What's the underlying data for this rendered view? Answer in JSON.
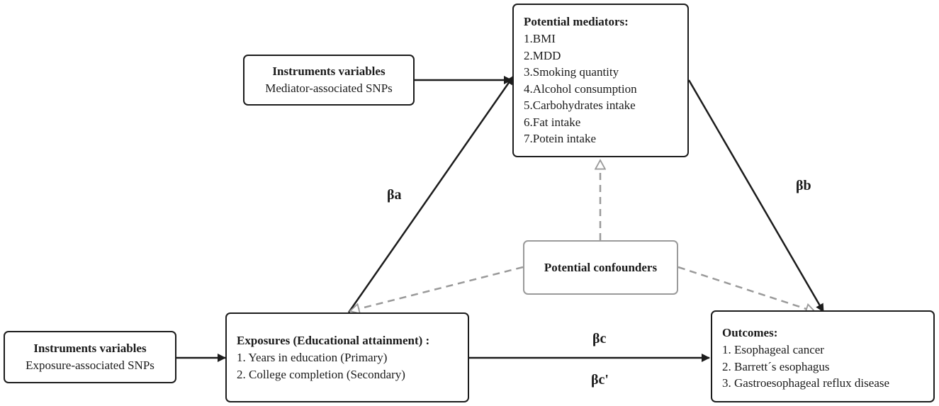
{
  "instrument_mediator": {
    "title": "Instruments variables",
    "subtitle": "Mediator-associated SNPs"
  },
  "instrument_exposure": {
    "title": "Instruments variables",
    "subtitle": "Exposure-associated SNPs"
  },
  "mediators": {
    "title": "Potential mediators:",
    "items": [
      "1.BMI",
      "2.MDD",
      "3.Smoking quantity",
      "4.Alcohol consumption",
      "5.Carbohydrates intake",
      "6.Fat intake",
      "7.Potein intake"
    ]
  },
  "exposures": {
    "title": "Exposures (Educational attainment) :",
    "items": [
      "1. Years in education (Primary)",
      "2. College completion (Secondary)"
    ]
  },
  "outcomes": {
    "title": "Outcomes:",
    "items": [
      "1. Esophageal cancer",
      "2. Barrett´s esophagus",
      "3. Gastroesophageal reflux disease"
    ]
  },
  "confounders": {
    "title": "Potential confounders"
  },
  "path_labels": {
    "beta_a": "βa",
    "beta_b": "βb",
    "beta_c": "βc",
    "beta_c_prime": "βc'"
  },
  "colors": {
    "solid_line": "#1c1c1c",
    "dashed_line": "#9a9a9a"
  }
}
